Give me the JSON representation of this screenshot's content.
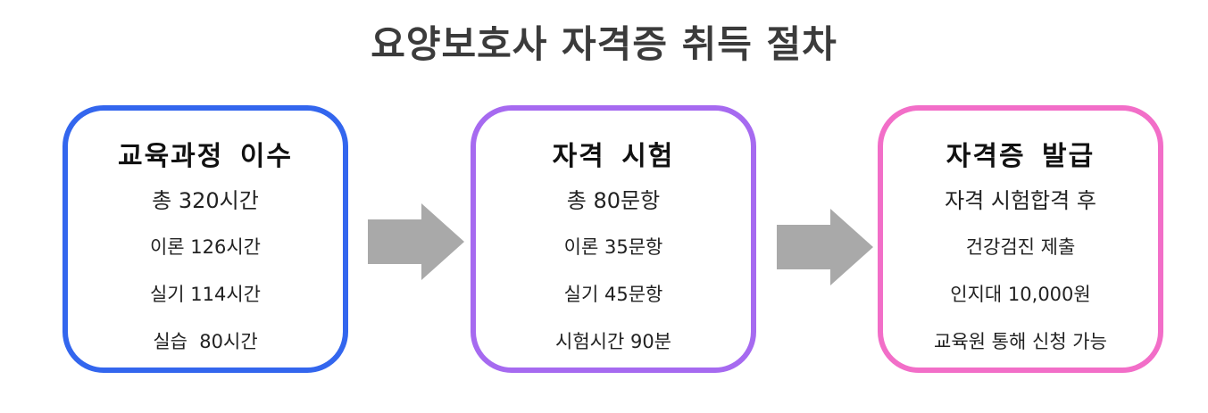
{
  "title": "요양보호사 자격증 취득 절차",
  "colors": {
    "step1_border": "#3366ee",
    "step2_border": "#a66af0",
    "step3_border": "#f26ec8",
    "arrow": "#a9a9a9"
  },
  "steps": [
    {
      "heading": "교육과정 이수",
      "items": [
        "총 320시간",
        "이론 126시간",
        "실기 114시간",
        "실습  80시간"
      ]
    },
    {
      "heading": "자격 시험",
      "items": [
        "총 80문항",
        "이론 35문항",
        "실기 45문항",
        "시험시간 90분"
      ]
    },
    {
      "heading": "자격증 발급",
      "items": [
        "자격 시험합격 후",
        "건강검진 제출",
        "인지대 10,000원",
        "교육원 통해 신청 가능"
      ]
    }
  ],
  "arrows": [
    "right-arrow",
    "right-arrow"
  ]
}
